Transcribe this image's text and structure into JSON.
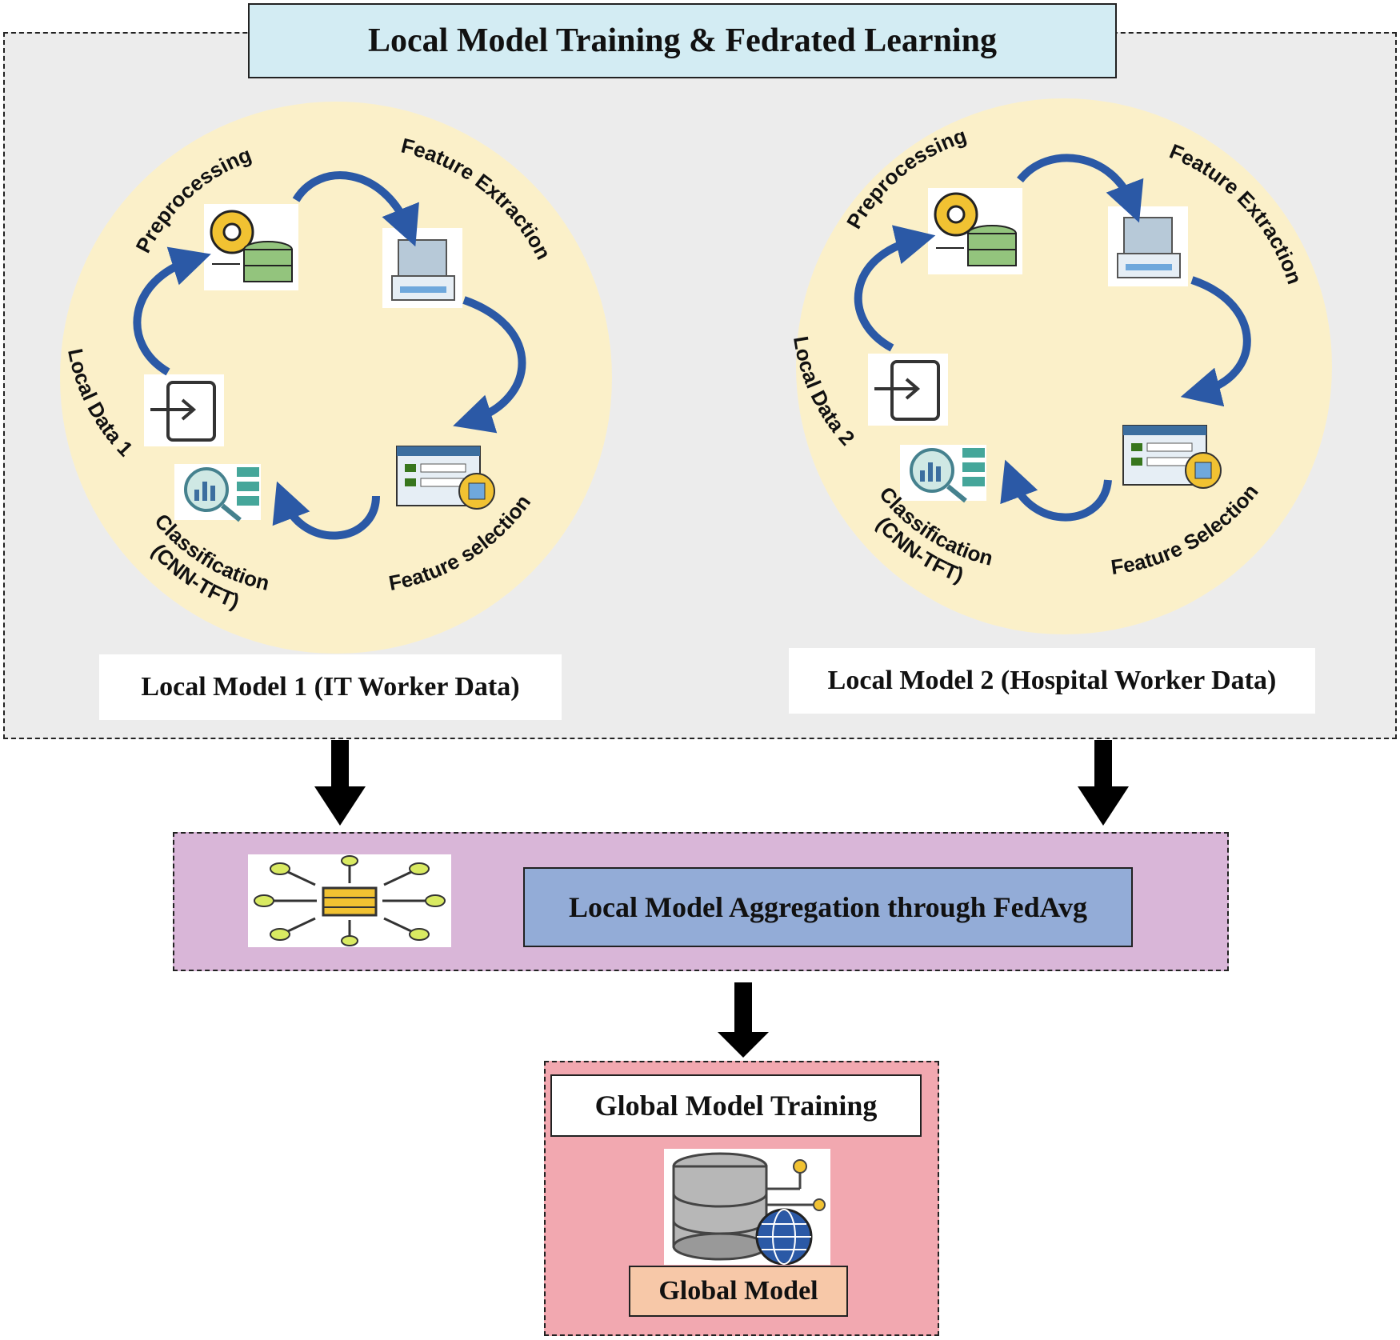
{
  "top_section": {
    "title": "Local Model Training & Fedrated Learning",
    "models": [
      {
        "label": "Local Model 1 (IT Worker Data)",
        "steps": {
          "preprocessing": "Preprocessing",
          "feature_extraction": "Feature Extraction",
          "feature_selection": "Feature selection",
          "classification": "Classification",
          "classification_sub": "(CNN-TFT)",
          "local_data": "Local Data 1"
        }
      },
      {
        "label": "Local Model 2 (Hospital Worker Data)",
        "steps": {
          "preprocessing": "Preprocessing",
          "feature_extraction": "Feature Extraction",
          "feature_selection": "Feature Selection",
          "classification": "Classification",
          "classification_sub": "(CNN-TFT)",
          "local_data": "Local Data 2"
        }
      }
    ]
  },
  "aggregation": {
    "label": "Local Model Aggregation through FedAvg"
  },
  "global": {
    "title": "Global Model Training",
    "model_label": "Global Model"
  },
  "colors": {
    "panel_bg": "#ececec",
    "title_bg": "#d3ecf3",
    "circle_bg": "#fbf0c9",
    "aggregation_bg": "#d9b6d8",
    "aggregation_label_bg": "#93acd7",
    "global_bg": "#f2a8b0",
    "global_label_bg": "#f7c8a8",
    "arrow_blue": "#2b59a6"
  }
}
